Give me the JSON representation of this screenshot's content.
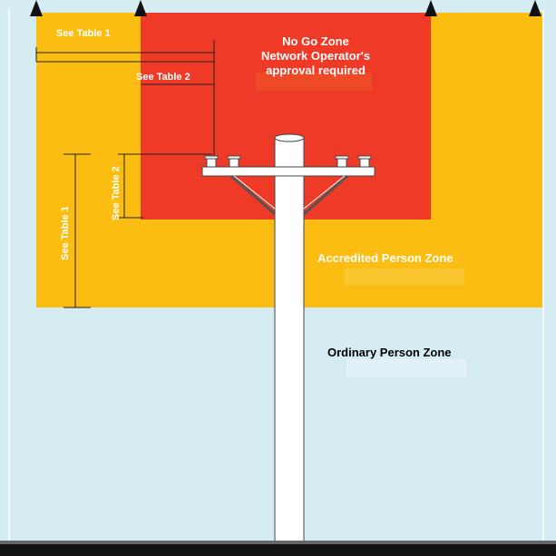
{
  "zones": {
    "no_go": {
      "line1": "No Go Zone",
      "line2": "Network Operator's",
      "line3": "approval required"
    },
    "accredited": {
      "label": "Accredited Person Zone"
    },
    "ordinary": {
      "label": "Ordinary Person Zone"
    }
  },
  "dimensions": {
    "top_width_label": "See Table 1",
    "inner_width_label": "See Table 2",
    "inner_height_label": "See Table 2",
    "outer_height_label": "See Table 1"
  },
  "colors": {
    "sky": "#d6ecf3",
    "accredited": "#fbbd12",
    "no_go": "#ef3a27",
    "ground": "#111111",
    "pole": "#ffffff"
  }
}
